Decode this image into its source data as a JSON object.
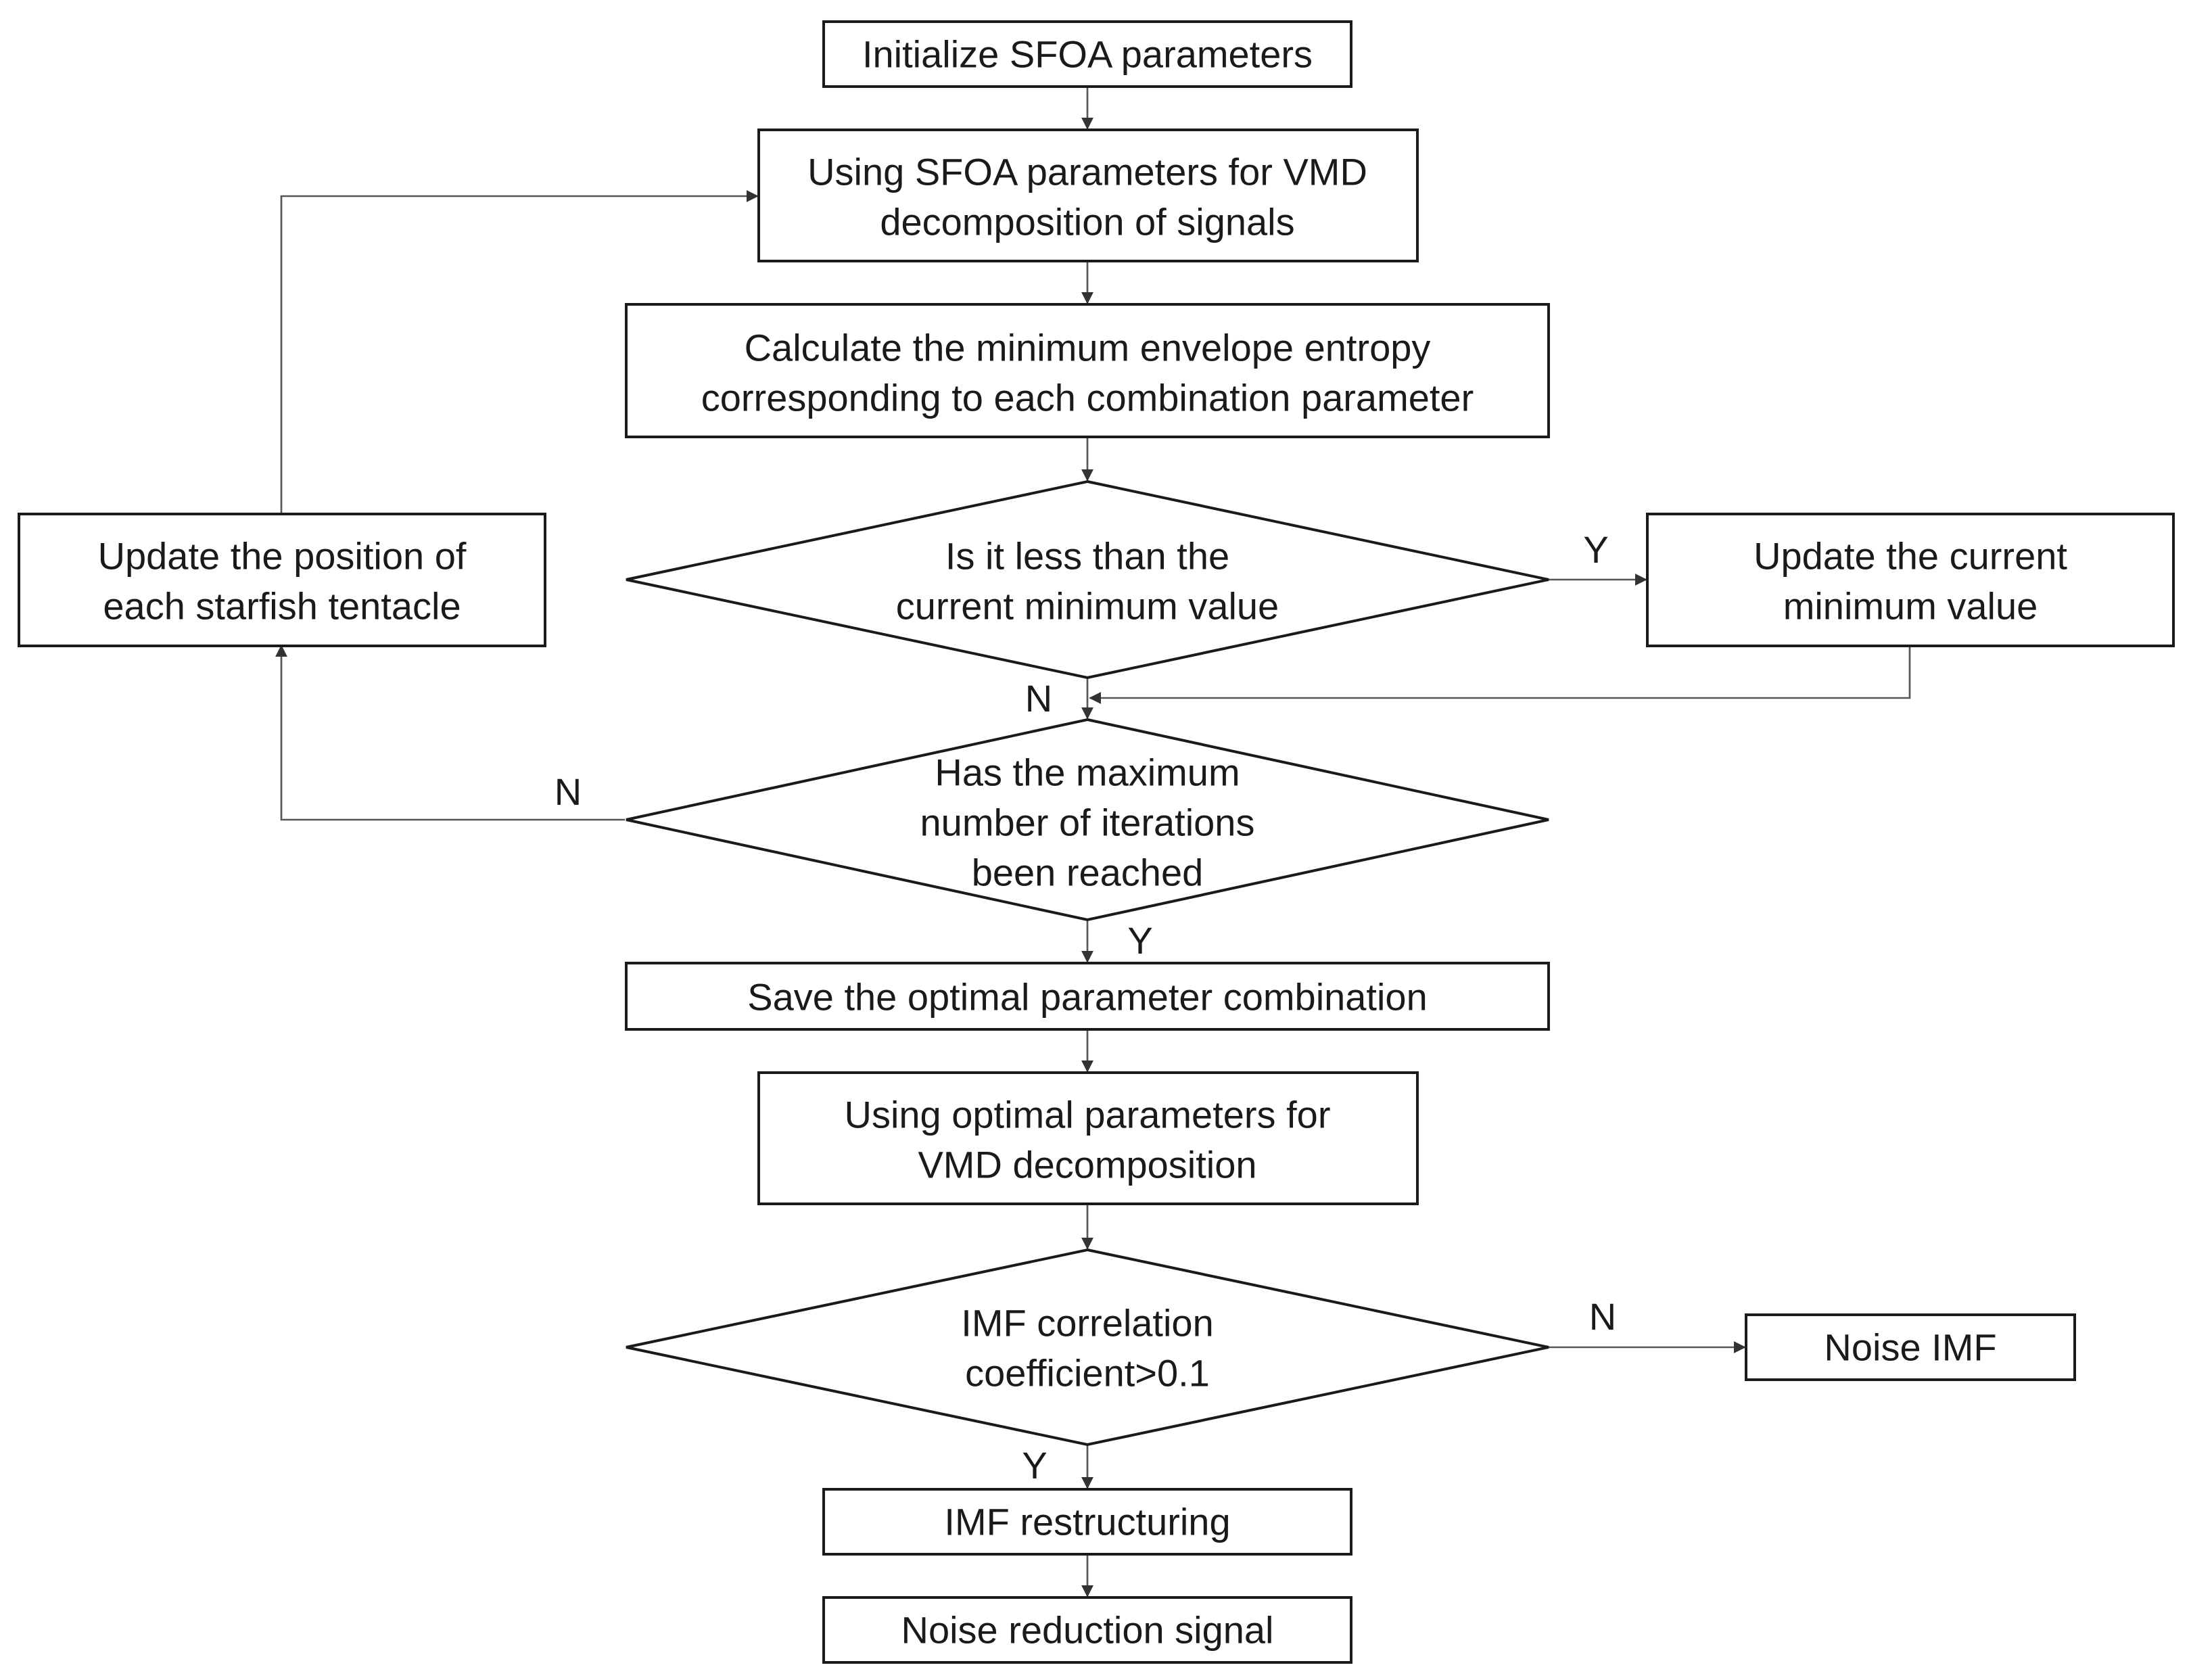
{
  "nodes": {
    "init": [
      "Initialize SFOA parameters"
    ],
    "vmd_sfoa": [
      "Using SFOA parameters for VMD",
      "decomposition of signals"
    ],
    "calc": [
      "Calculate the minimum envelope entropy",
      "corresponding to each combination parameter"
    ],
    "less": [
      "Is it less than the",
      "current minimum value"
    ],
    "update_min": [
      "Update the current",
      "minimum value"
    ],
    "update_pos": [
      "Update the position of",
      "each starfish tentacle"
    ],
    "max_iter": [
      "Has the maximum",
      "number of iterations",
      "been reached"
    ],
    "save": [
      "Save the optimal parameter combination"
    ],
    "vmd_opt": [
      "Using optimal parameters for",
      "VMD decomposition"
    ],
    "imf_corr": [
      "IMF correlation",
      "coefficient>0.1"
    ],
    "noise_imf": [
      "Noise IMF"
    ],
    "restructure": [
      "IMF restructuring"
    ],
    "noise_red": [
      "Noise reduction signal"
    ]
  },
  "edge_labels": {
    "less_yes": "Y",
    "less_no": "N",
    "iter_no": "N",
    "iter_yes": "Y",
    "corr_no": "N",
    "corr_yes": "Y"
  }
}
